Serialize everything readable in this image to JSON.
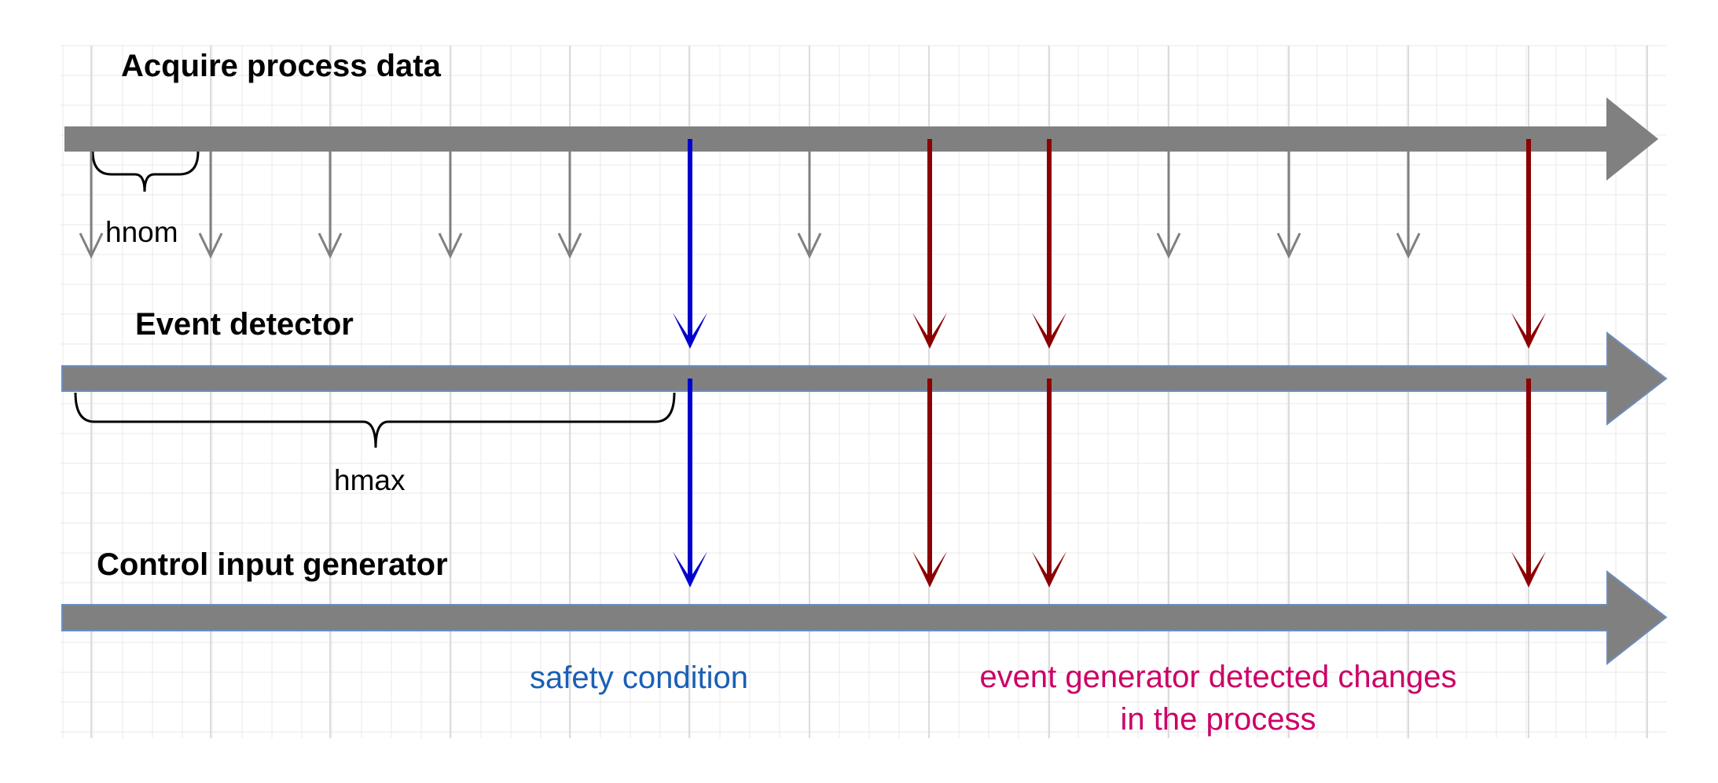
{
  "lanes": {
    "acquire": "Acquire process data",
    "detector": "Event detector",
    "generator": "Control input generator"
  },
  "braces": {
    "hnom": "hnom",
    "hmax": "hmax"
  },
  "legend": {
    "safety": "safety condition",
    "event_line1": "event generator detected changes",
    "event_line2": "in the process"
  },
  "colors": {
    "timeline": "#808080",
    "timeline_border": "#6c8ebf",
    "sample_arrow": "#808080",
    "safety_arrow": "#0000cc",
    "event_arrow": "#8b0000",
    "safety_text": "#1a5fb4",
    "event_text": "#cc0066",
    "grid": "#e8e8e8"
  },
  "icons": {
    "timeline": "thick-right-arrow",
    "sample": "down-arrow",
    "brace": "curly-brace-down"
  }
}
